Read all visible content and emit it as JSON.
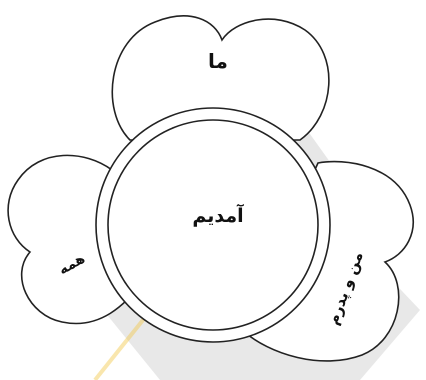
{
  "center": {
    "label": "آمدیم"
  },
  "petals": [
    {
      "key": "top",
      "label": "ما"
    },
    {
      "key": "left",
      "label": "همه"
    },
    {
      "key": "right",
      "label": "من و پدرم"
    }
  ],
  "watermark": {
    "color": "#5a5a5a",
    "accent": "#f2c94c"
  }
}
